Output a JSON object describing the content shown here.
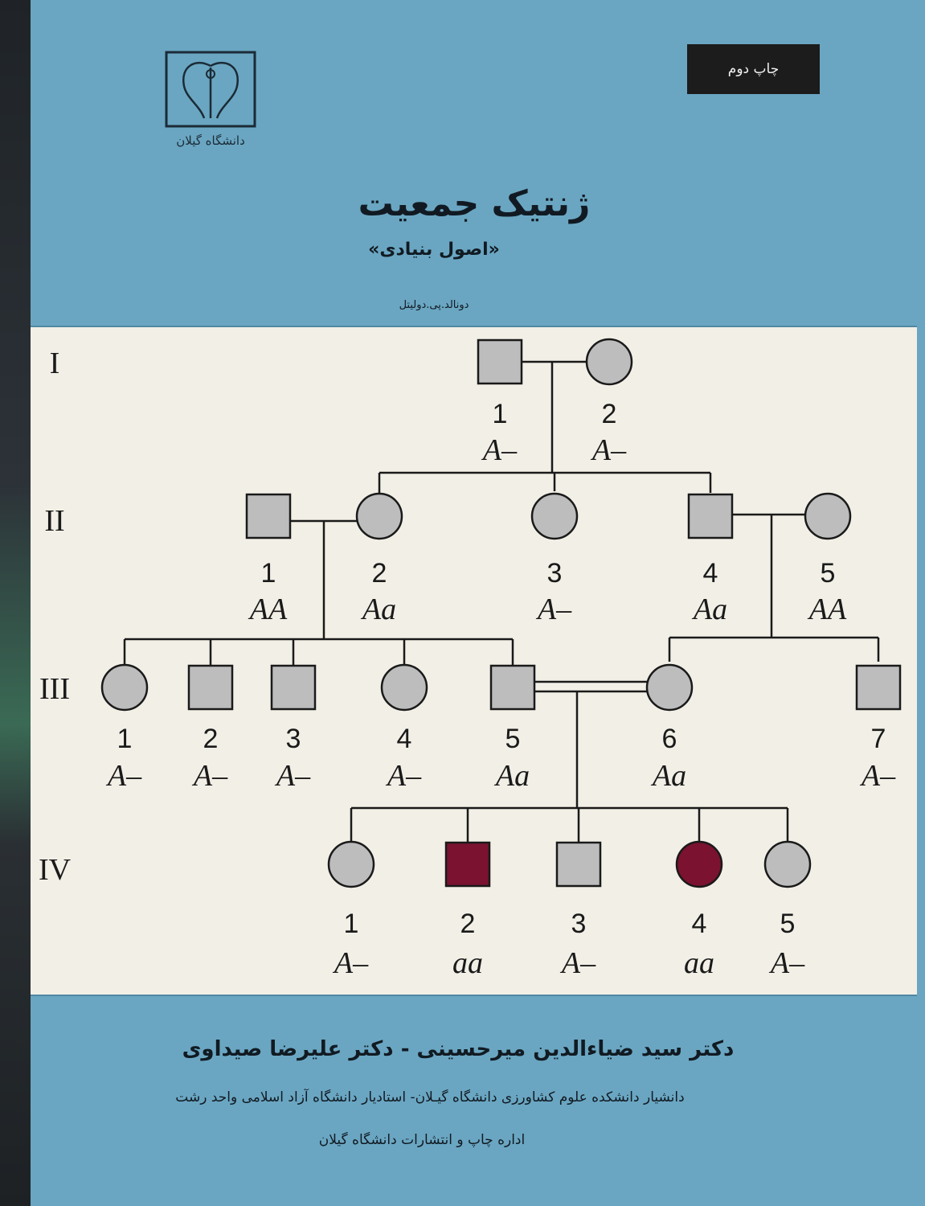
{
  "cover": {
    "edition_badge": "چاپ دوم",
    "publisher_logo_text": "دانشگاه گیلان",
    "title": "ژنتیک جمعیت",
    "subtitle": "«اصول بنیادی»",
    "original_author": "دونالد.پی.دولیتل",
    "authors": "دکتر سید ضیاءالدین میرحسینی - دکتر علیرضا صیداوی",
    "affiliation": "دانشیار دانشکده علوم کشاورزی دانشگاه گیـلان- استادیار دانشگاه آزاد اسلامی واحد رشت",
    "publisher": "اداره چاپ و انتشارات دانشگاه گیلان"
  },
  "colors": {
    "cover_blue": "#6aa6c2",
    "panel": "#f2efe6",
    "unaffected": "#bdbdbd",
    "affected": "#7a1230"
  },
  "pedigree": {
    "generations": [
      {
        "label": "I",
        "members": [
          {
            "num": "1",
            "sex": "male",
            "genotype": "A–",
            "affected": false
          },
          {
            "num": "2",
            "sex": "female",
            "genotype": "A–",
            "affected": false
          }
        ]
      },
      {
        "label": "II",
        "members": [
          {
            "num": "1",
            "sex": "male",
            "genotype": "AA",
            "affected": false
          },
          {
            "num": "2",
            "sex": "female",
            "genotype": "Aa",
            "affected": false
          },
          {
            "num": "3",
            "sex": "female",
            "genotype": "A–",
            "affected": false
          },
          {
            "num": "4",
            "sex": "male",
            "genotype": "Aa",
            "affected": false
          },
          {
            "num": "5",
            "sex": "female",
            "genotype": "AA",
            "affected": false
          }
        ]
      },
      {
        "label": "III",
        "members": [
          {
            "num": "1",
            "sex": "female",
            "genotype": "A–",
            "affected": false
          },
          {
            "num": "2",
            "sex": "male",
            "genotype": "A–",
            "affected": false
          },
          {
            "num": "3",
            "sex": "male",
            "genotype": "A–",
            "affected": false
          },
          {
            "num": "4",
            "sex": "female",
            "genotype": "A–",
            "affected": false
          },
          {
            "num": "5",
            "sex": "male",
            "genotype": "Aa",
            "affected": false
          },
          {
            "num": "6",
            "sex": "female",
            "genotype": "Aa",
            "affected": false
          },
          {
            "num": "7",
            "sex": "male",
            "genotype": "A–",
            "affected": false
          }
        ]
      },
      {
        "label": "IV",
        "members": [
          {
            "num": "1",
            "sex": "female",
            "genotype": "A–",
            "affected": false
          },
          {
            "num": "2",
            "sex": "male",
            "genotype": "aa",
            "affected": true
          },
          {
            "num": "3",
            "sex": "male",
            "genotype": "A–",
            "affected": false
          },
          {
            "num": "4",
            "sex": "female",
            "genotype": "aa",
            "affected": true
          },
          {
            "num": "5",
            "sex": "female",
            "genotype": "A–",
            "affected": false
          }
        ]
      }
    ]
  }
}
